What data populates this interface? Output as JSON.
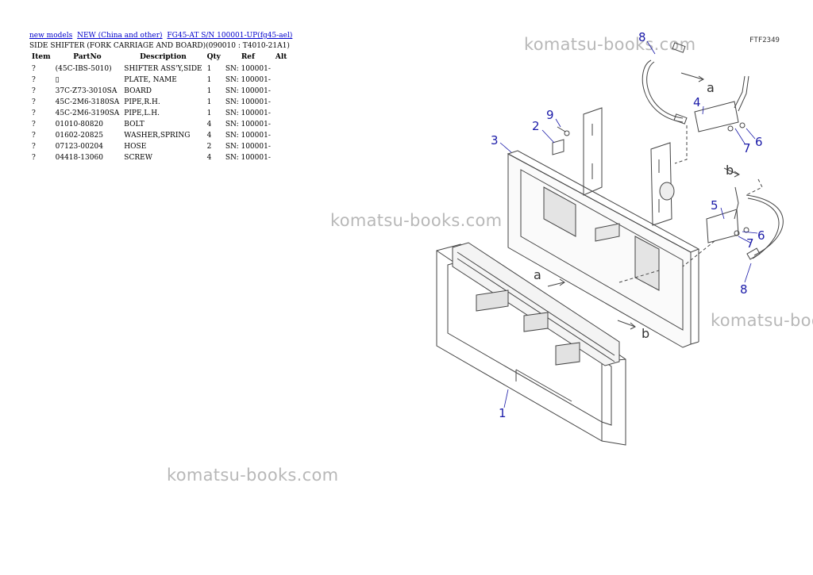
{
  "breadcrumbs": [
    "new models",
    "NEW (China and other)",
    "FG45-AT S/N 100001-UP(fg45-ael)"
  ],
  "subtitle": "SIDE SHIFTER (FORK CARRIAGE AND BOARD)(090010 : T4010-21A1)",
  "table": {
    "headers": [
      "Item",
      "PartNo",
      "Description",
      "Qty",
      "Ref",
      "Alt"
    ],
    "rows": [
      {
        "item": "?",
        "part": "(45C-IBS-5010)",
        "desc": "SHIFTER ASS'Y,SIDE",
        "qty": "1",
        "ref": "SN: 100001-",
        "alt": ""
      },
      {
        "item": "?",
        "part": "▯",
        "desc": "PLATE, NAME",
        "qty": "1",
        "ref": "SN: 100001-",
        "alt": ""
      },
      {
        "item": "?",
        "part": "37C-Z73-3010SA",
        "desc": "BOARD",
        "qty": "1",
        "ref": "SN: 100001-",
        "alt": ""
      },
      {
        "item": "?",
        "part": "45C-2M6-3180SA",
        "desc": "PIPE,R.H.",
        "qty": "1",
        "ref": "SN: 100001-",
        "alt": ""
      },
      {
        "item": "?",
        "part": "45C-2M6-3190SA",
        "desc": "PIPE,L.H.",
        "qty": "1",
        "ref": "SN: 100001-",
        "alt": ""
      },
      {
        "item": "?",
        "part": "01010-80820",
        "desc": "BOLT",
        "qty": "4",
        "ref": "SN: 100001-",
        "alt": ""
      },
      {
        "item": "?",
        "part": "01602-20825",
        "desc": "WASHER,SPRING",
        "qty": "4",
        "ref": "SN: 100001-",
        "alt": ""
      },
      {
        "item": "?",
        "part": "07123-00204",
        "desc": "HOSE",
        "qty": "2",
        "ref": "SN: 100001-",
        "alt": ""
      },
      {
        "item": "?",
        "part": "04418-13060",
        "desc": "SCREW",
        "qty": "4",
        "ref": "SN: 100001-",
        "alt": ""
      }
    ]
  },
  "watermark": "komatsu-books.com",
  "diagram": {
    "code": "FTF2349",
    "callouts": [
      "8",
      "4",
      "9",
      "2",
      "3",
      "7",
      "6",
      "5",
      "6",
      "7",
      "8",
      "1"
    ],
    "letters": [
      "a",
      "b",
      "a",
      "b"
    ]
  }
}
